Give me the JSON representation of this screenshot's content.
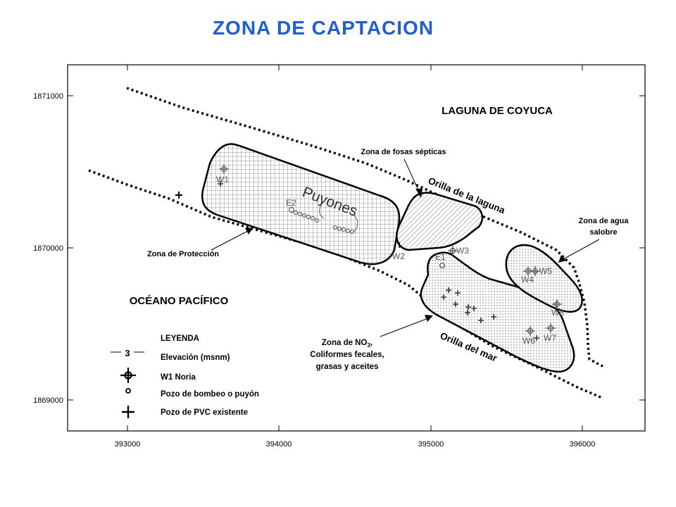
{
  "title": "ZONA DE CAPTACION",
  "axes": {
    "x_ticks": [
      "393000",
      "394000",
      "395000",
      "396000"
    ],
    "y_ticks": [
      "1871000",
      "1870000",
      "1869000"
    ]
  },
  "labels": {
    "laguna": "LAGUNA DE COYUCA",
    "oceano": "OCÉANO PACÍFICO",
    "orilla_laguna": "Orilla de la laguna",
    "orilla_mar": "Orilla del mar",
    "puyones": "Puyones",
    "fosas": "Zona de fosas sépticas",
    "proteccion": "Zona de Protección",
    "agua_salobre_1": "Zona de agua",
    "agua_salobre_2": "salobre",
    "no3_line1_pre": "Zona de NO",
    "no3_sub": "3",
    "no3_line1_post": ",",
    "no3_line2": "Coliformes fecales,",
    "no3_line3": "grasas y aceites"
  },
  "wells": {
    "W1": "W1",
    "W2": "W2",
    "W3": "W3",
    "W4": "W4",
    "W5": "W5",
    "W6": "W6",
    "W7": "W7",
    "W8": "W8",
    "E1": "E1",
    "E2": "E2"
  },
  "legend": {
    "title": "LEYENDA",
    "elevation_value": "3",
    "elevation": "Elevación (msnm)",
    "noria": "W1 Noria",
    "bombeo": "Pozo de bombeo o puyón",
    "pvc": "Pozo de PVC existente"
  }
}
